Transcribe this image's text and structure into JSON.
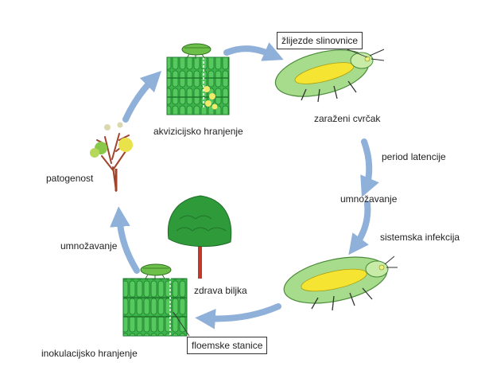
{
  "labels": {
    "salivary_glands": "žlijezde slinovnice",
    "infected_leafhopper": "zaraženi cvrčak",
    "latency_period": "period latencije",
    "multiplication_right": "umnožavanje",
    "systemic_infection": "sistemska infekcija",
    "acquisition_feeding": "akvizicijsko hranjenje",
    "pathogenicity": "patogenost",
    "multiplication_left": "umnožavanje",
    "healthy_plant": "zdrava biljka",
    "phloem_cells": "floemske stanice",
    "inoculation_feeding": "inokulacijsko hranjenje"
  },
  "colors": {
    "arrow": "#8fb0d8",
    "leaf_tissue": "#3cb44a",
    "leaf_cell_edge": "#1e7a2c",
    "insect_body": "#a6dc8c",
    "insect_gland": "#f5e532",
    "tree_crown": "#2f9a3a",
    "trunk": "#c0392b"
  }
}
